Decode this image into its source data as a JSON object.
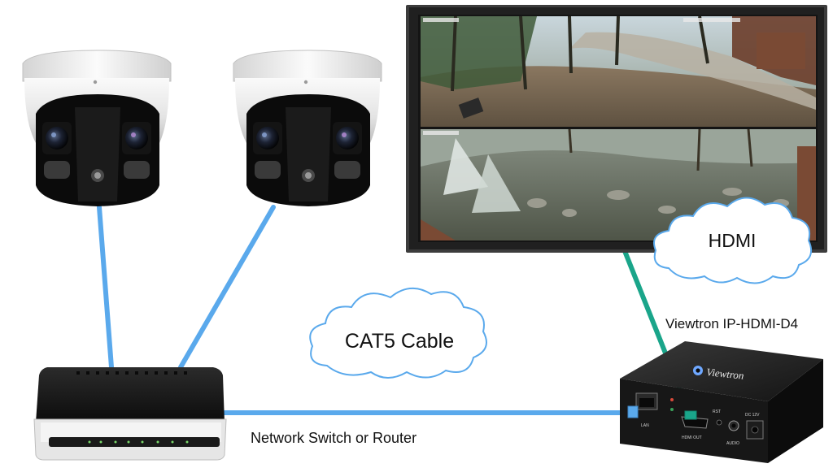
{
  "labels": {
    "cat5_cable": "CAT5 Cable",
    "hdmi": "HDMI",
    "decoder_model": "Viewtron IP-HDMI-D4",
    "network_device": "Network Switch or Router"
  },
  "decoder_panel": {
    "brand": "Viewtron",
    "lan": "LAN",
    "hdmi_out": "HDMI OUT",
    "rst": "RST",
    "audio": "AUDIO",
    "dc": "DC 12V"
  },
  "colors": {
    "cat5_line": "#5aa9ec",
    "hdmi_line": "#1aa58a",
    "cloud_stroke": "#5aa9ec"
  }
}
